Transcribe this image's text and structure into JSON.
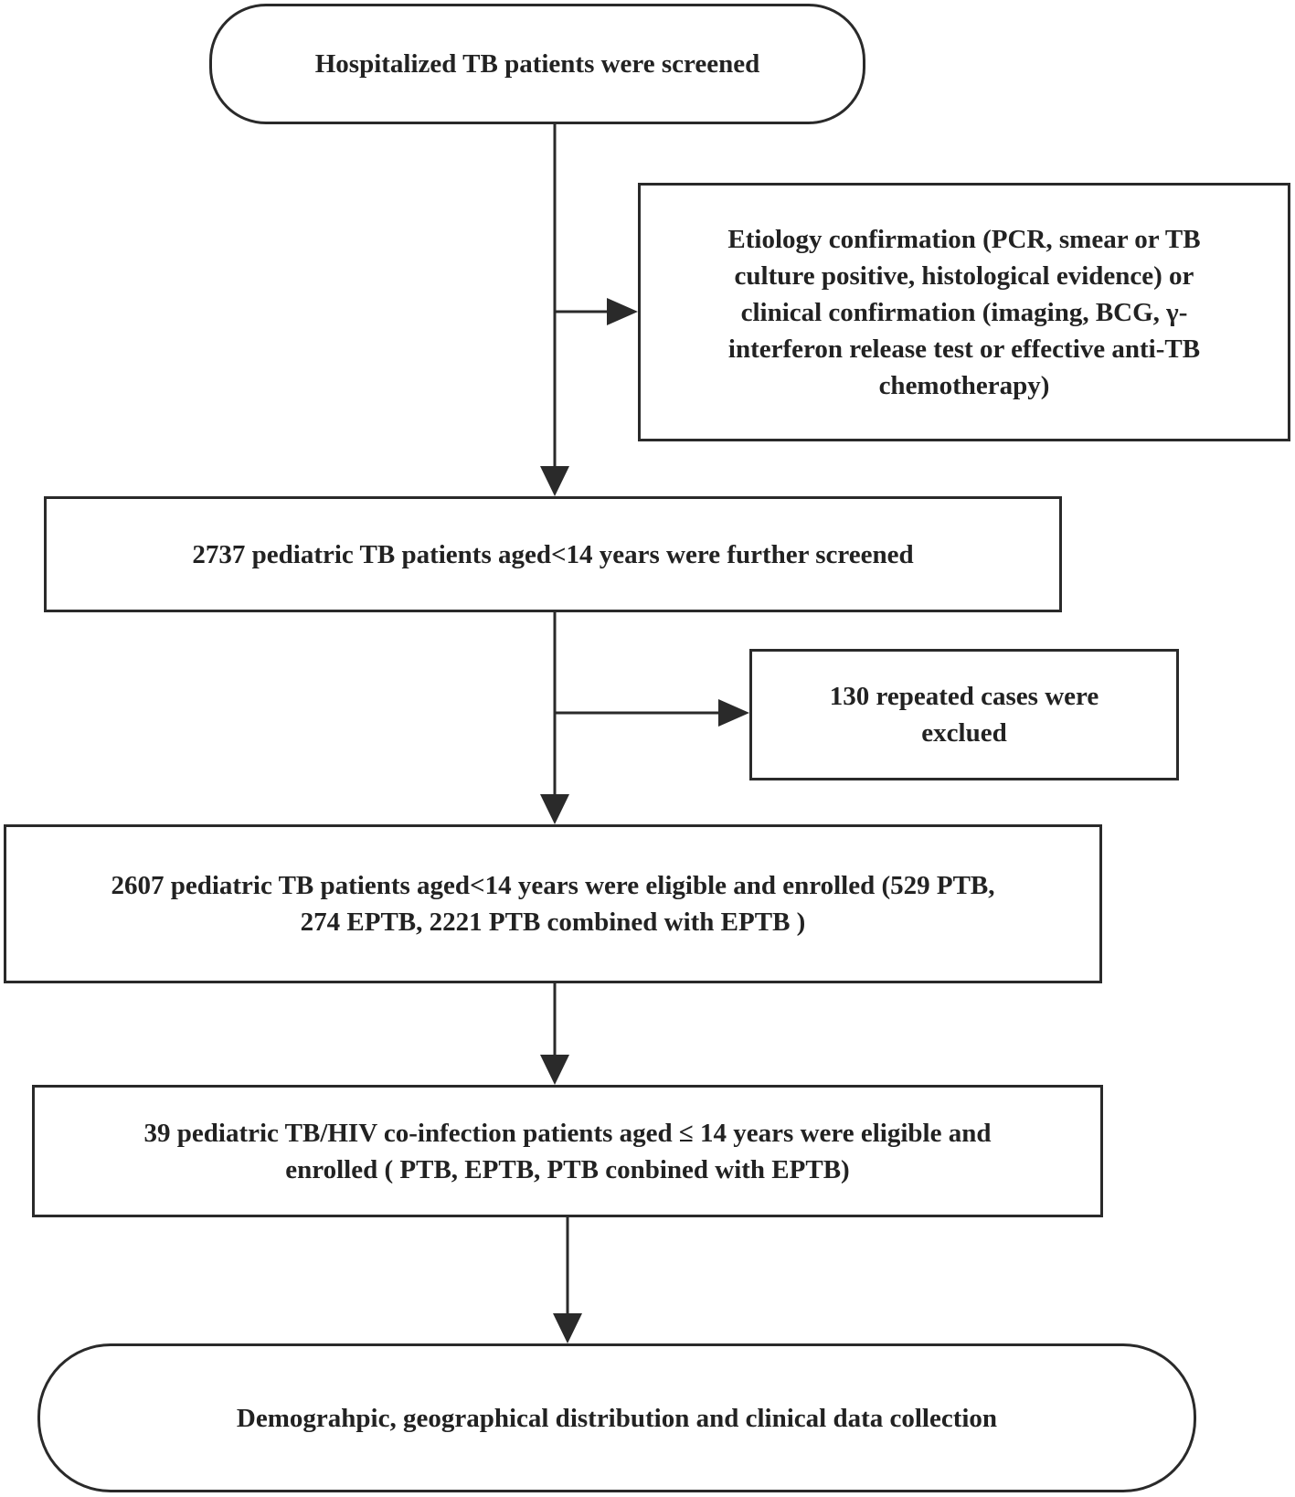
{
  "nodes": {
    "start": {
      "lines": [
        "Hospitalized TB patients  were screened"
      ]
    },
    "criteria": {
      "lines": [
        "Etiology confirmation (PCR, smear or TB",
        "culture positive, histological evidence) or",
        "clinical confirmation (imaging, BCG,  γ-",
        "interferon release test or effective anti-TB",
        "chemotherapy)"
      ]
    },
    "screened": {
      "lines": [
        "2737 pediatric TB patients aged<14 years were further screened"
      ]
    },
    "excluded": {
      "lines": [
        "130 repeated cases were",
        "exclued"
      ]
    },
    "enrolled": {
      "lines": [
        "2607 pediatric TB patients aged<14 years were eligible and enrolled (529 PTB,",
        "274 EPTB, 2221 PTB combined with EPTB )"
      ]
    },
    "hiv": {
      "lines": [
        "39 pediatric TB/HIV co-infection  patients  aged ≤ 14 years  were eligible and",
        "enrolled ( PTB, EPTB, PTB conbined with EPTB)"
      ]
    },
    "end": {
      "lines": [
        "Demograhpic, geographical distribution and clinical data collection"
      ]
    }
  },
  "colors": {
    "stroke": "#2a2a2a",
    "text": "#222222",
    "background": "#ffffff"
  }
}
